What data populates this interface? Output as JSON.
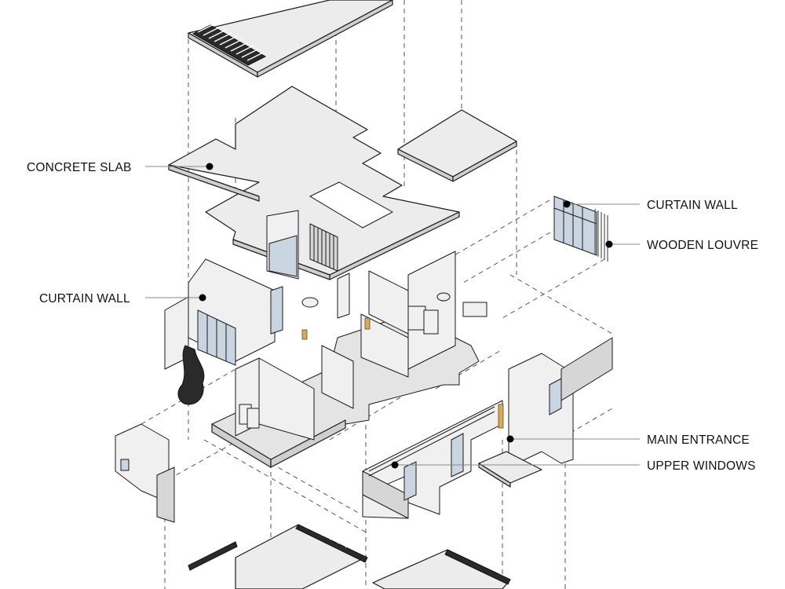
{
  "labels": {
    "concrete_slab": "CONCRETE SLAB",
    "curtain_wall_left": "CURTAIN WALL",
    "curtain_wall_right": "CURTAIN WALL",
    "wooden_louvre": "WOODEN LOUVRE",
    "main_entrance": "MAIN ENTRANCE",
    "upper_windows": "UPPER WINDOWS"
  },
  "colors": {
    "glass": "#c9d6e2",
    "wood": "#d9a95e",
    "slab": "#ececec",
    "line": "#1a1a1a"
  }
}
